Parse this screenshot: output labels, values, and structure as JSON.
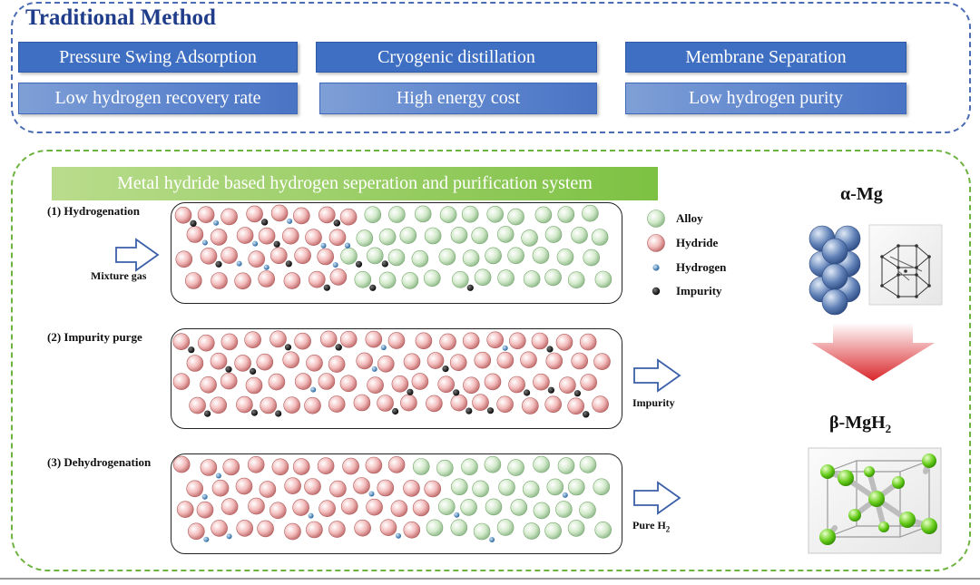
{
  "traditional": {
    "title": "Traditional Method",
    "methods": [
      "Pressure Swing Adsorption",
      "Cryogenic distillation",
      "Membrane Separation"
    ],
    "problems": [
      "Low hydrogen recovery rate",
      "High energy cost",
      "Low hydrogen purity"
    ]
  },
  "system": {
    "banner": "Metal hydride based hydrogen seperation and purification system",
    "stages": [
      {
        "label": "(1) Hydrogenation",
        "io_label": "Mixture gas"
      },
      {
        "label": "(2) Impurity purge",
        "io_label": "Impurity"
      },
      {
        "label": "(3) Dehydrogenation",
        "io_label": "Pure H",
        "io_sub": "2"
      }
    ],
    "legend": [
      "Alloy",
      "Hydride",
      "Hydrogen",
      "Impurity"
    ]
  },
  "crystal": {
    "alpha_label": "α-Mg",
    "beta_label": "β-MgH",
    "beta_sub": "2"
  },
  "colors": {
    "alloy": "#cfe7c8",
    "hydride": "#f2b9b9",
    "hydrogen": "#3c86c4",
    "impurity": "#111111",
    "blue_accent": "#3f6fc2",
    "green_accent": "#6db33f"
  }
}
